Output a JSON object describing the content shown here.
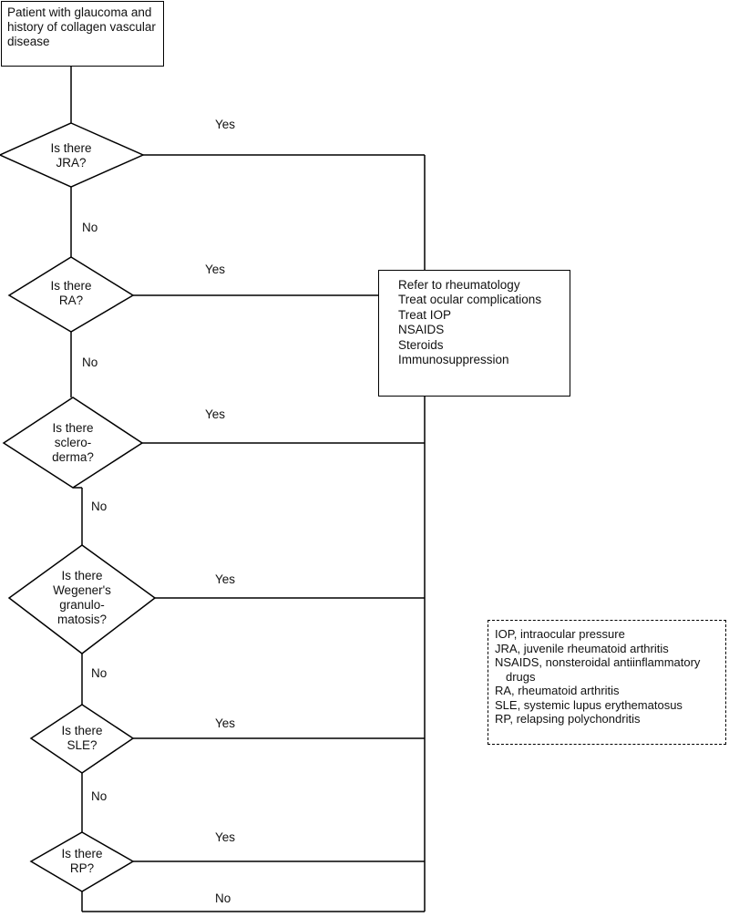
{
  "start": {
    "lines": [
      "Patient with glaucoma and",
      "history of collagen vascular",
      "disease"
    ]
  },
  "questions": [
    {
      "lines": [
        "Is there",
        "JRA?"
      ],
      "yes": "Yes",
      "no": "No"
    },
    {
      "lines": [
        "Is there",
        "RA?"
      ],
      "yes": "Yes",
      "no": "No"
    },
    {
      "lines": [
        "Is there",
        "sclero-",
        "derma?"
      ],
      "yes": "Yes",
      "no": "No"
    },
    {
      "lines": [
        "Is there",
        "Wegener's",
        "granulo-",
        "matosis?"
      ],
      "yes": "Yes",
      "no": "No"
    },
    {
      "lines": [
        "Is there",
        "SLE?"
      ],
      "yes": "Yes",
      "no": "No"
    },
    {
      "lines": [
        "Is there",
        "RP?"
      ],
      "yes": "Yes",
      "no": "No"
    }
  ],
  "action": {
    "lines": [
      "Refer to rheumatology",
      "Treat ocular complications",
      "Treat IOP",
      "NSAIDS",
      "Steroids",
      "Immunosuppression"
    ]
  },
  "legend": {
    "items": [
      "IOP, intraocular pressure",
      "JRA, juvenile rheumatoid arthritis",
      "NSAIDS, nonsteroidal antiinflammatory drugs",
      "RA, rheumatoid arthritis",
      "SLE, systemic lupus erythematosus",
      "RP,  relapsing polychondritis"
    ]
  }
}
